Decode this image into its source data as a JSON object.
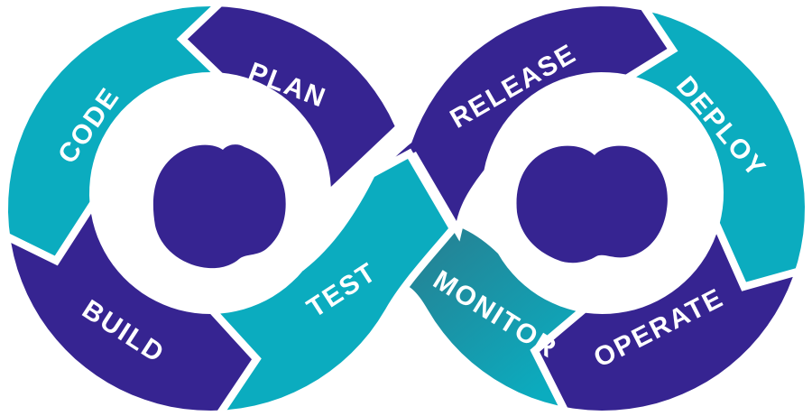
{
  "diagram": {
    "colors": {
      "teal": "#0BACBF",
      "purple": "#362491",
      "monitor_gradient_start": "#2A7A8C",
      "label_text": "#FFFFFF",
      "background": "#FFFFFF",
      "center_blob": "#362491"
    },
    "segments": [
      {
        "id": "plan",
        "label": "PLAN",
        "color": "purple"
      },
      {
        "id": "code",
        "label": "CODE",
        "color": "teal"
      },
      {
        "id": "build",
        "label": "BUILD",
        "color": "purple"
      },
      {
        "id": "test",
        "label": "TEST",
        "color": "teal"
      },
      {
        "id": "release",
        "label": "RELEASE",
        "color": "purple"
      },
      {
        "id": "deploy",
        "label": "DEPLOY",
        "color": "teal"
      },
      {
        "id": "operate",
        "label": "OPERATE",
        "color": "purple"
      },
      {
        "id": "monitor",
        "label": "MONITOR",
        "color": "monitor_gradient"
      }
    ]
  }
}
